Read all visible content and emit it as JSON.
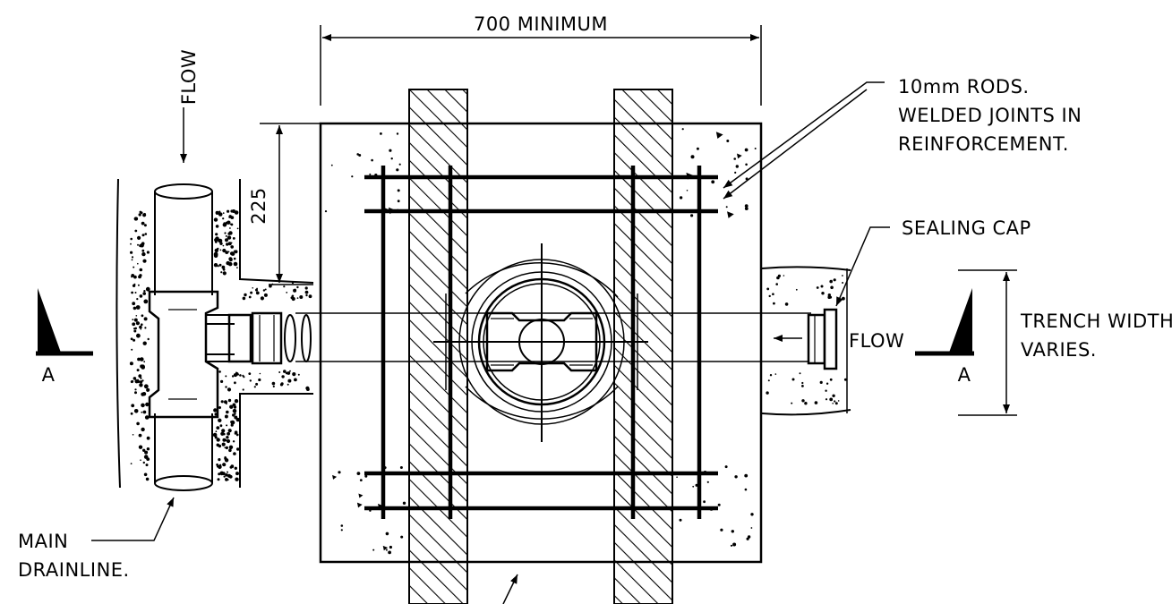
{
  "dimension_top": "700 MINIMUM",
  "dimension_side": "225",
  "flow_label_vertical": "FLOW",
  "flow_label_right": "FLOW",
  "callout_rods": [
    "10mm RODS.",
    "WELDED JOINTS IN",
    "REINFORCEMENT."
  ],
  "callout_sealing_cap": "SEALING CAP",
  "callout_trench": [
    "TRENCH WIDTH",
    "VARIES."
  ],
  "callout_main_drain": [
    "MAIN",
    "DRAINLINE."
  ],
  "section_marker_left": "A",
  "section_marker_right": "A"
}
